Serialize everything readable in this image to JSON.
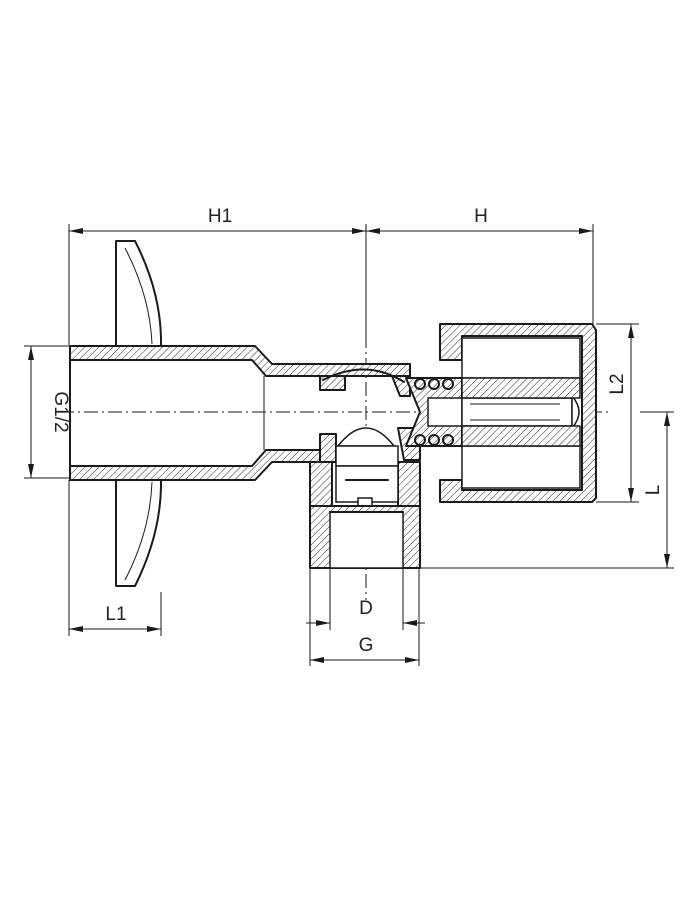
{
  "drawing": {
    "dimensions": {
      "H1": "H1",
      "H": "H",
      "G12": "G1/2",
      "L1": "L1",
      "L2": "L2",
      "L": "L",
      "D": "D",
      "G": "G"
    }
  }
}
